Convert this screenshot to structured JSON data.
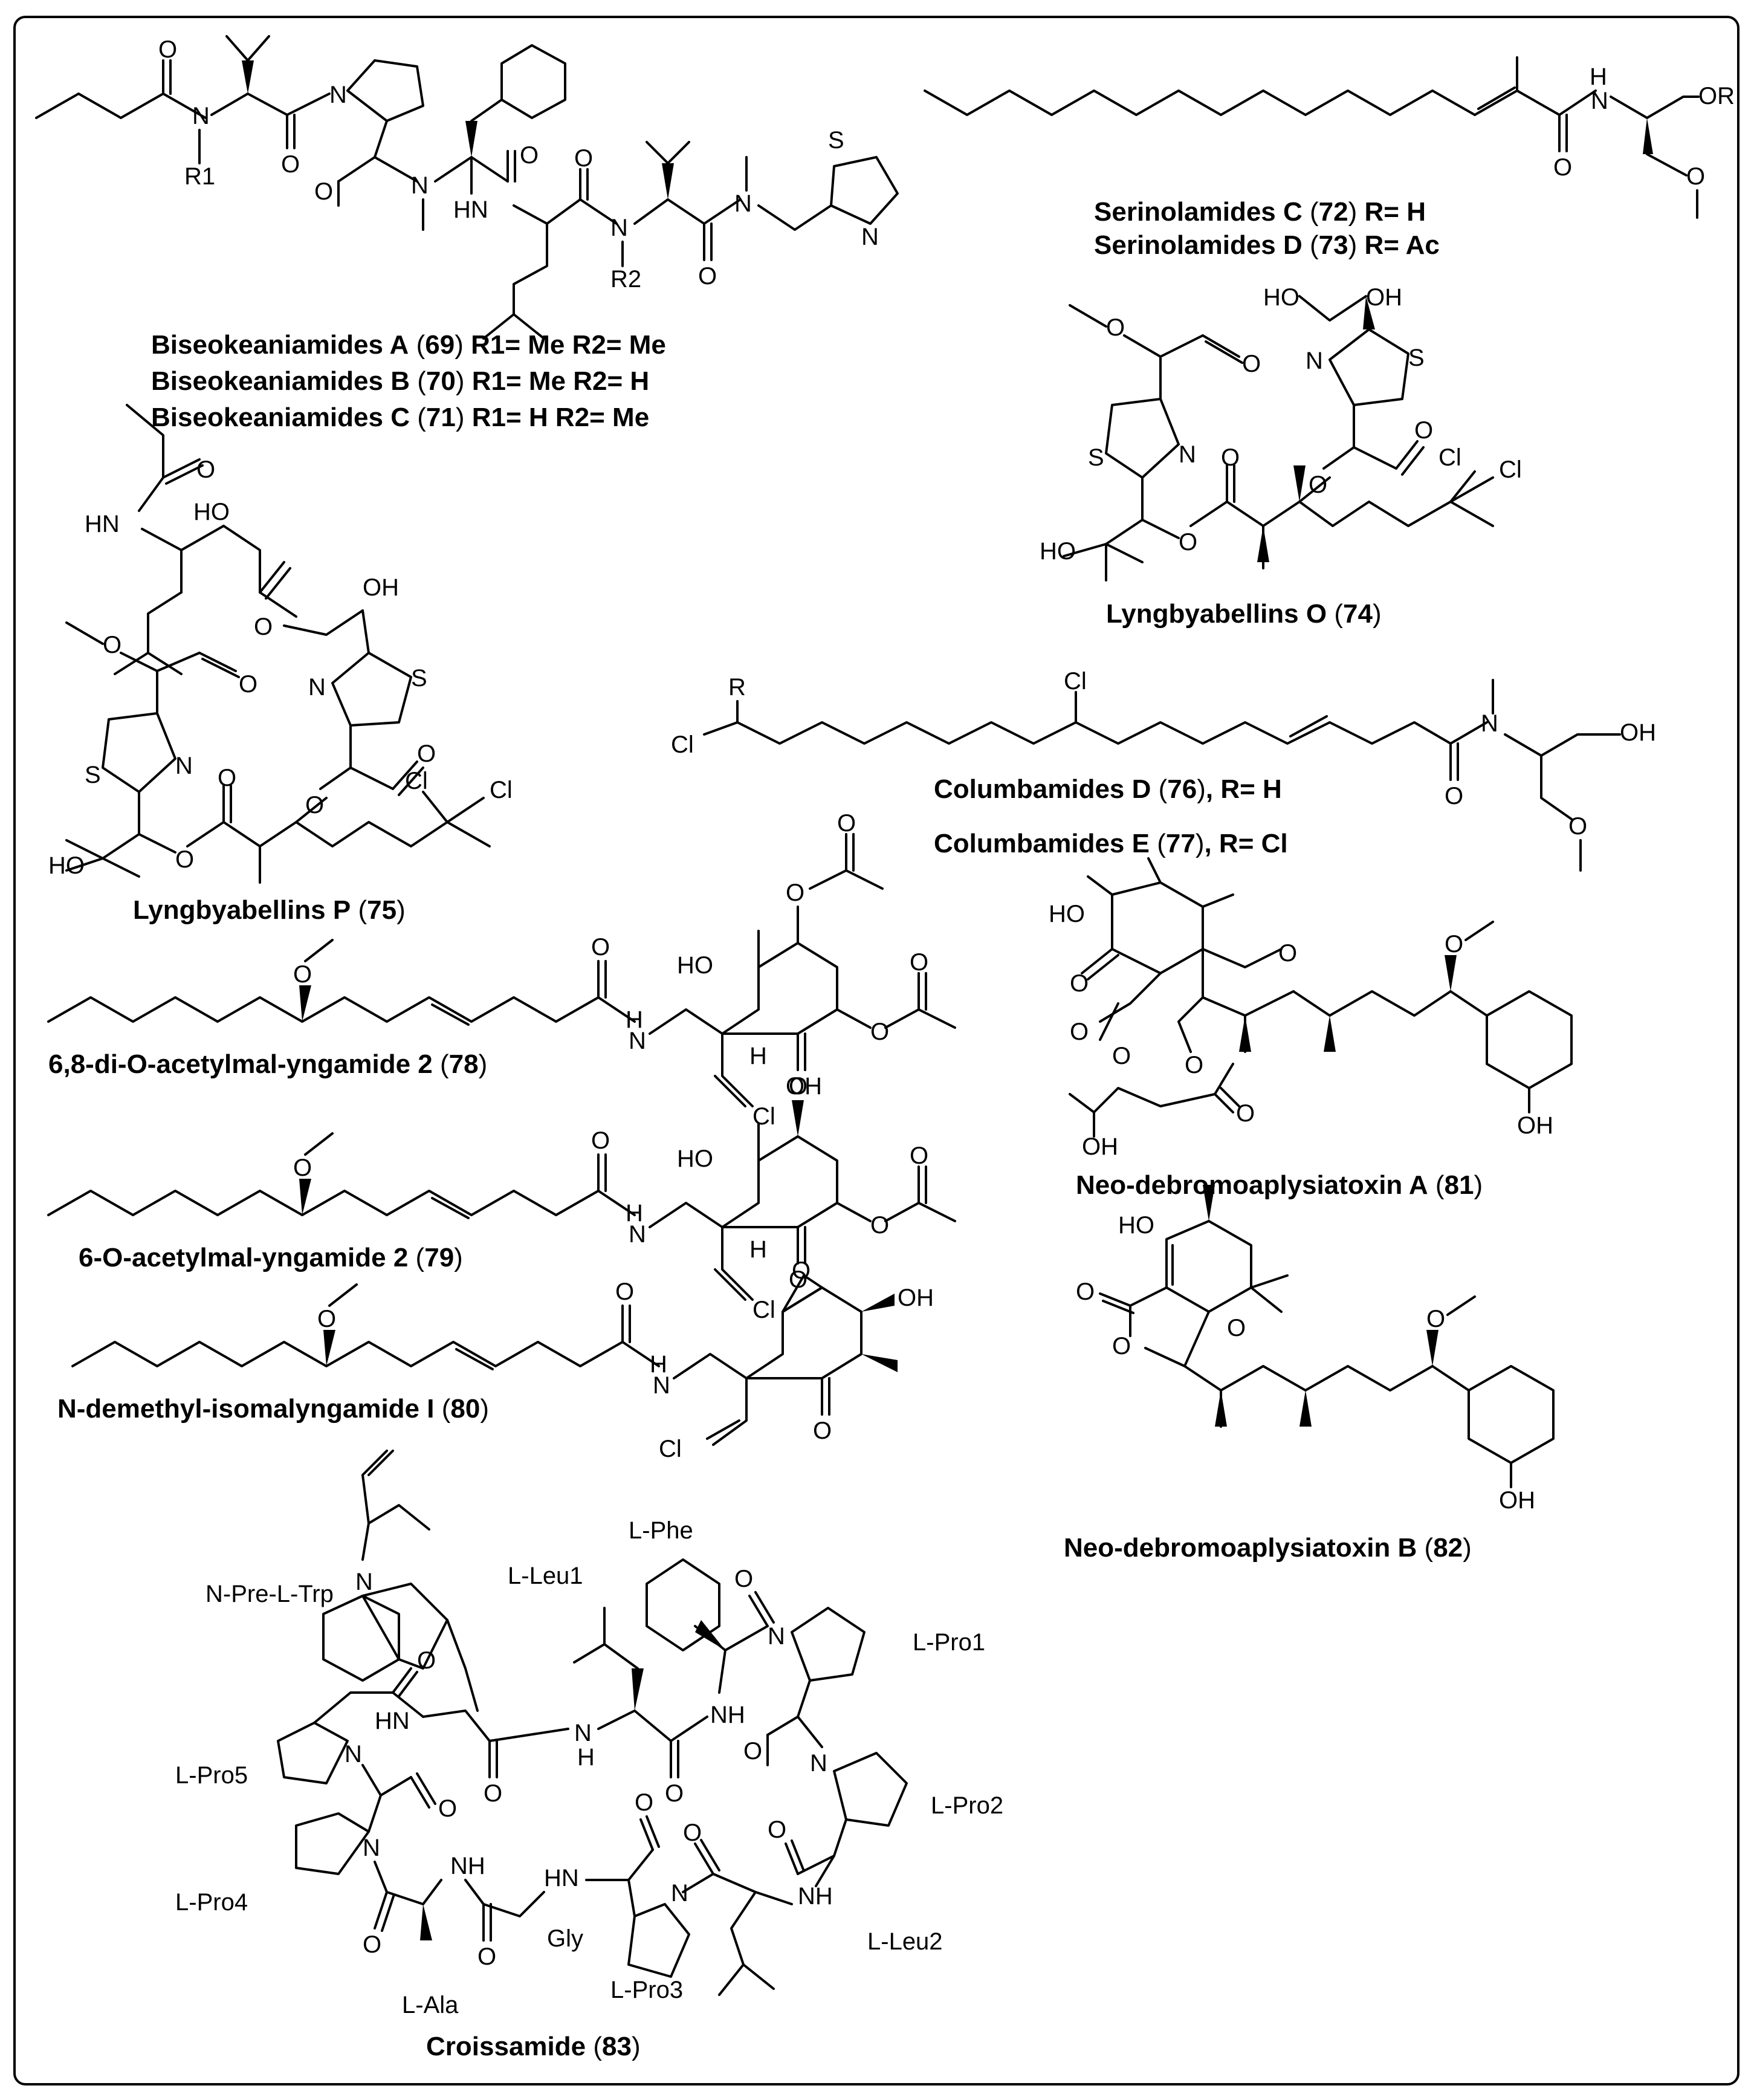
{
  "captions": {
    "c69": {
      "name": "Biseokeaniamides A",
      "num": "69",
      "rest": "R1= Me R2= Me"
    },
    "c70": {
      "name": "Biseokeaniamides B",
      "num": "70",
      "rest": "R1= Me R2= H"
    },
    "c71": {
      "name": "Biseokeaniamides C",
      "num": "71",
      "rest": "R1= H R2= Me"
    },
    "c72": {
      "name": "Serinolamides C",
      "num": "72",
      "rest": "R= H"
    },
    "c73": {
      "name": "Serinolamides D",
      "num": "73",
      "rest": "R= Ac"
    },
    "c74": {
      "name": "Lyngbyabellins O",
      "num": "74"
    },
    "c75": {
      "name": "Lyngbyabellins P",
      "num": "75"
    },
    "c76": {
      "name": "Columbamides D",
      "num": "76",
      "rest": ", R= H"
    },
    "c77": {
      "name": "Columbamides E",
      "num": "77",
      "rest": ", R= Cl"
    },
    "c78": {
      "name": "6,8-di-O-acetylmal-yngamide 2",
      "num": "78"
    },
    "c79": {
      "name": "6-O-acetylmal-yngamide 2",
      "num": "79"
    },
    "c80": {
      "name": "N-demethyl-isomalyngamide I",
      "num": "80"
    },
    "c81": {
      "name": "Neo-debromoaplysiatoxin A",
      "num": "81"
    },
    "c82": {
      "name": "Neo-debromoaplysiatoxin B",
      "num": "82"
    },
    "c83": {
      "name": "Croissamide",
      "num": "83"
    }
  },
  "residues": {
    "phe": "L-Phe",
    "leu1": "L-Leu1",
    "trp": "N-Pre-L-Trp",
    "pro1": "L-Pro1",
    "pro2": "L-Pro2",
    "pro3": "L-Pro3",
    "pro4": "L-Pro4",
    "pro5": "L-Pro5",
    "leu2": "L-Leu2",
    "ala": "L-Ala",
    "gly": "Gly"
  },
  "atoms": {
    "O": "O",
    "N": "N",
    "S": "S",
    "H": "H",
    "HN": "HN",
    "NH": "NH",
    "OH": "OH",
    "HO": "HO",
    "Cl": "Cl",
    "OR": "OR",
    "R": "R",
    "R1": "R1",
    "R2": "R2"
  }
}
